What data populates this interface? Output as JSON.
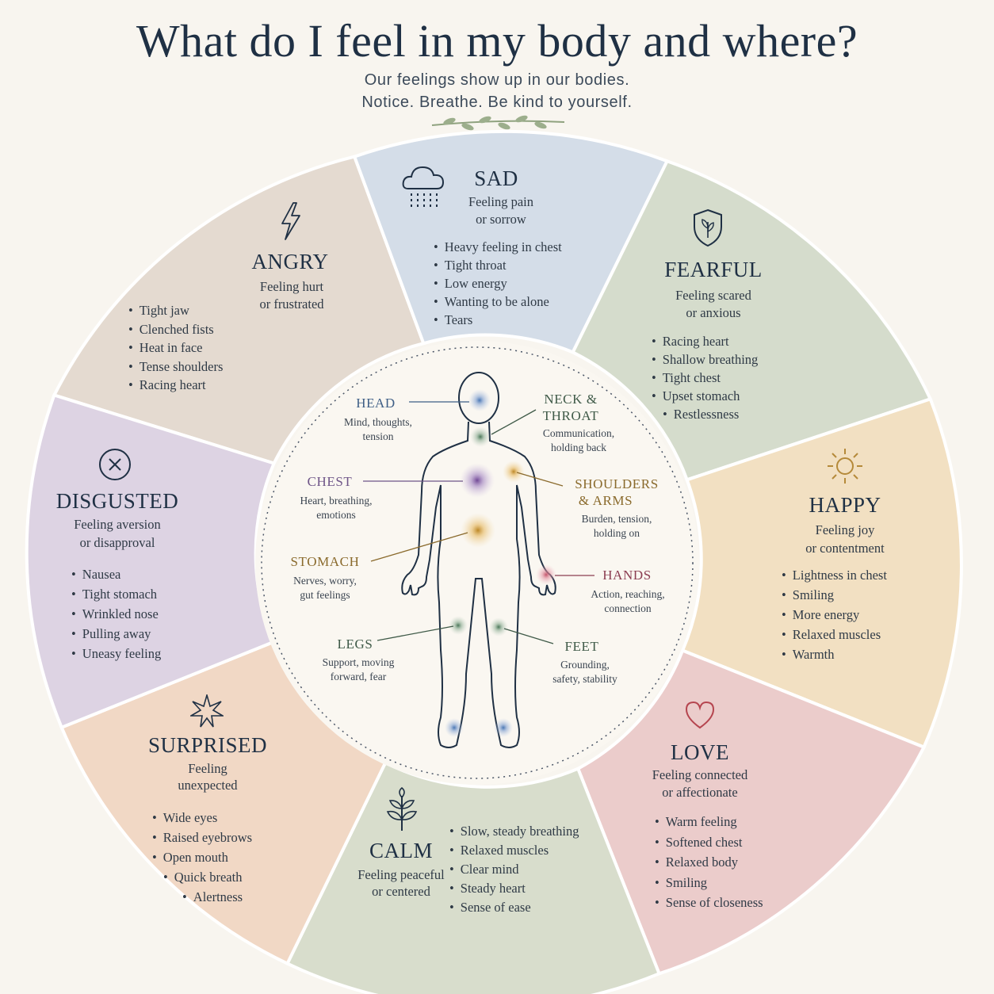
{
  "header": {
    "title": "What do I feel in my body and where?",
    "subtitle_line1": "Our feelings show up in our bodies.",
    "subtitle_line2": "Notice. Breathe. Be kind to yourself."
  },
  "colors": {
    "background": "#f8f5ef",
    "sad": "#d4dde8",
    "fearful": "#d5dccc",
    "happy": "#f2e0c2",
    "love": "#ebcccb",
    "calm": "#d8ddcc",
    "surprised": "#f1d8c5",
    "disgusted": "#ddd3e3",
    "angry": "#e4dad0"
  },
  "emotions": {
    "sad": {
      "name": "SAD",
      "desc1": "Feeling pain",
      "desc2": "or sorrow",
      "icon": "rain-cloud-icon",
      "items": [
        "Heavy feeling in chest",
        "Tight throat",
        "Low energy",
        "Wanting to be alone",
        "Tears"
      ]
    },
    "fearful": {
      "name": "FEARFUL",
      "desc1": "Feeling scared",
      "desc2": "or anxious",
      "icon": "shield-leaf-icon",
      "items": [
        "Racing heart",
        "Shallow breathing",
        "Tight chest",
        "Upset stomach",
        "Restlessness"
      ]
    },
    "happy": {
      "name": "HAPPY",
      "desc1": "Feeling joy",
      "desc2": "or contentment",
      "icon": "sun-icon",
      "items": [
        "Lightness in chest",
        "Smiling",
        "More energy",
        "Relaxed muscles",
        "Warmth"
      ]
    },
    "love": {
      "name": "LOVE",
      "desc1": "Feeling connected",
      "desc2": "or affectionate",
      "icon": "heart-icon",
      "items": [
        "Warm feeling",
        "Softened chest",
        "Relaxed body",
        "Smiling",
        "Sense of closeness"
      ]
    },
    "calm": {
      "name": "CALM",
      "desc1": "Feeling peaceful",
      "desc2": "or centered",
      "icon": "sprout-icon",
      "items": [
        "Slow, steady breathing",
        "Relaxed muscles",
        "Clear mind",
        "Steady heart",
        "Sense of ease"
      ]
    },
    "surprised": {
      "name": "SURPRISED",
      "desc1": "Feeling",
      "desc2": "unexpected",
      "icon": "starburst-icon",
      "items": [
        "Wide eyes",
        "Raised eyebrows",
        "Open mouth",
        "Quick breath",
        "Alertness"
      ]
    },
    "disgusted": {
      "name": "DISGUSTED",
      "desc1": "Feeling aversion",
      "desc2": "or disapproval",
      "icon": "x-circle-icon",
      "items": [
        "Nausea",
        "Tight stomach",
        "Wrinkled nose",
        "Pulling away",
        "Uneasy feeling"
      ]
    },
    "angry": {
      "name": "ANGRY",
      "desc1": "Feeling hurt",
      "desc2": "or frustrated",
      "icon": "lightning-icon",
      "items": [
        "Tight jaw",
        "Clenched fists",
        "Heat in face",
        "Tense shoulders",
        "Racing heart"
      ]
    }
  },
  "body_regions": {
    "head": {
      "label": "HEAD",
      "desc1": "Mind, thoughts,",
      "desc2": "tension",
      "color": "#3f5f86"
    },
    "neck": {
      "label1": "NECK &",
      "label2": "THROAT",
      "desc1": "Communication,",
      "desc2": "holding back",
      "color": "#3f5a48"
    },
    "chest": {
      "label": "CHEST",
      "desc1": "Heart, breathing,",
      "desc2": "emotions",
      "color": "#6e5588"
    },
    "shoulders": {
      "label1": "SHOULDERS",
      "label2": "& ARMS",
      "desc1": "Burden, tension,",
      "desc2": "holding on",
      "color": "#8a6a2c"
    },
    "stomach": {
      "label": "STOMACH",
      "desc1": "Nerves, worry,",
      "desc2": "gut feelings",
      "color": "#8a6a2c"
    },
    "hands": {
      "label": "HANDS",
      "desc1": "Action, reaching,",
      "desc2": "connection",
      "color": "#8c3e52"
    },
    "legs": {
      "label": "LEGS",
      "desc1": "Support, moving",
      "desc2": "forward, fear",
      "color": "#3f5a48"
    },
    "feet": {
      "label": "FEET",
      "desc1": "Grounding,",
      "desc2": "safety, stability",
      "color": "#3f5a48"
    }
  }
}
